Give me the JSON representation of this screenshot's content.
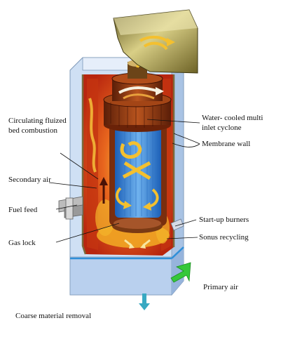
{
  "diagram": {
    "labels": {
      "circulating": "Circulating fluized bed combustion",
      "secondary_air": "Secondary air",
      "fuel_feed": "Fuel feed",
      "gas_lock": "Gas lock",
      "cyclone": "Water- cooled multi inlet cyclone",
      "membrane_wall": "Membrane wall",
      "startup_burners": "Start-up burners",
      "sonus_recycling": "Sonus recycling",
      "primary_air": "Primary air",
      "coarse_removal": "Coarse material removal"
    },
    "colors": {
      "casing": "#bcd2ee",
      "casing_dark": "#8fb0d8",
      "fire": "#d8401a",
      "flame": "#f2b21d",
      "cyclone_blue": "#3f86d8",
      "inlet_arrow": "#35c83a",
      "outlet_arrow": "#39a9c2",
      "duct": "#b9ab55"
    }
  }
}
